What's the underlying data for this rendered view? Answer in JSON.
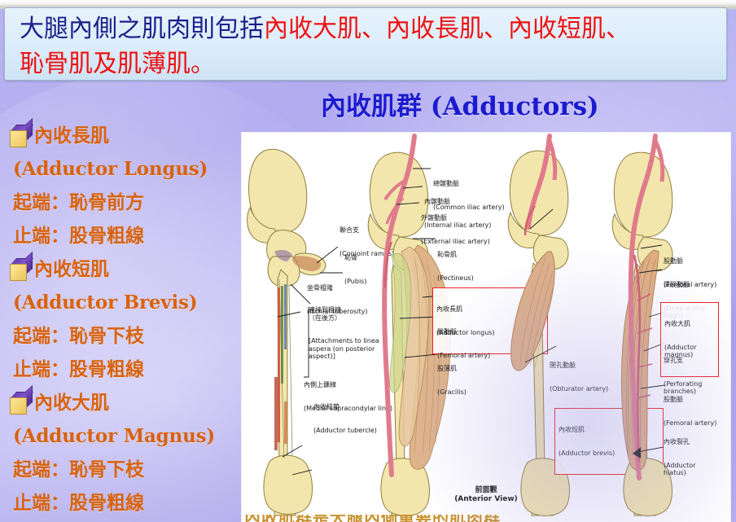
{
  "banner": {
    "line1_plain": "大腿內側之肌肉則包括",
    "line1_highlight": "內收大肌、內收長肌、內收短肌、",
    "line2_highlight": "恥骨肌及肌薄肌。",
    "highlight_color": "#ee1111",
    "text_color": "#1b1f8a"
  },
  "title": {
    "text": "內收肌群 (Adductors)",
    "color": "#1a1ad0"
  },
  "sidebar": {
    "text_color": "#d9620a",
    "items": [
      {
        "bullet": "cube",
        "label": "內收長肌"
      },
      {
        "bullet": "none",
        "label": "(Adductor Longus)"
      },
      {
        "bullet": "none",
        "label": "起端：恥骨前方"
      },
      {
        "bullet": "none",
        "label": "止端：股骨粗線"
      },
      {
        "bullet": "cube",
        "label": "內收短肌"
      },
      {
        "bullet": "none",
        "label": "(Adductor Brevis)"
      },
      {
        "bullet": "none",
        "label": "起端：恥骨下枝"
      },
      {
        "bullet": "none",
        "label": "止端：股骨粗線"
      },
      {
        "bullet": "cube",
        "label": "內收大肌"
      },
      {
        "bullet": "none",
        "label": "(Adductor Magnus)"
      },
      {
        "bullet": "none",
        "label": "起端：恥骨下枝"
      },
      {
        "bullet": "none",
        "label": "止端：股骨粗線"
      }
    ]
  },
  "figure": {
    "caption_cn": "前面觀",
    "caption_en": "(Anterior View)",
    "highlight_box_color": "#ee2020",
    "panel1_labels": [
      {
        "cn": "聯合支",
        "en": "(Conjoint ramus)"
      },
      {
        "cn": "恥骨",
        "en": "(Pubis)"
      },
      {
        "cn": "坐骨粗隆",
        "en": "(Ischial tuberosity)"
      },
      {
        "cn": "連接到粗線\n（在後方）",
        "en": "[Attachments to linea\naspera (on posterior\naspect)]"
      },
      {
        "cn": "內側上髁線",
        "en": "(Medial supracondylar line)"
      },
      {
        "cn": "內收結節",
        "en": "(Adductor tubercle)"
      }
    ],
    "panel2_labels": [
      {
        "cn": "總髂動脈",
        "en": "(Common iliac artery)"
      },
      {
        "cn": "內髂動脈",
        "en": "(Internal iliac artery)"
      },
      {
        "cn": "外髂動脈",
        "en": "(External iliac artery)"
      },
      {
        "cn": "恥骨肌",
        "en": "(Pectineus)"
      },
      {
        "cn": "內收長肌",
        "en": "(Adductor longus)",
        "boxed": true
      },
      {
        "cn": "股動脈",
        "en": "(Femoral artery)"
      },
      {
        "cn": "股薄肌",
        "en": "(Gracilis)"
      }
    ],
    "panel3_labels": [
      {
        "cn": "閉孔動脈",
        "en": "(Obturator artery)"
      },
      {
        "cn": "內收短肌",
        "en": "(Adductor brevis)",
        "boxed": true
      }
    ],
    "panel4_labels": [
      {
        "cn": "股動脈",
        "en": "(Femoral artery)"
      },
      {
        "cn": "深股動脈",
        "en": "(Deep artery\nthigh)"
      },
      {
        "cn": "內收大肌",
        "en": "(Adductor\nmagnus)",
        "boxed": true
      },
      {
        "cn": "穿孔支",
        "en": "(Perforating\nbranches)"
      },
      {
        "cn": "股動脈",
        "en": "(Femoral artery)"
      },
      {
        "cn": "內收裂孔",
        "en": "(Adductor\nhiatus)"
      }
    ]
  },
  "bottom_strip": {
    "text": "內收肌群是大腿內側重要的肌肉群"
  }
}
